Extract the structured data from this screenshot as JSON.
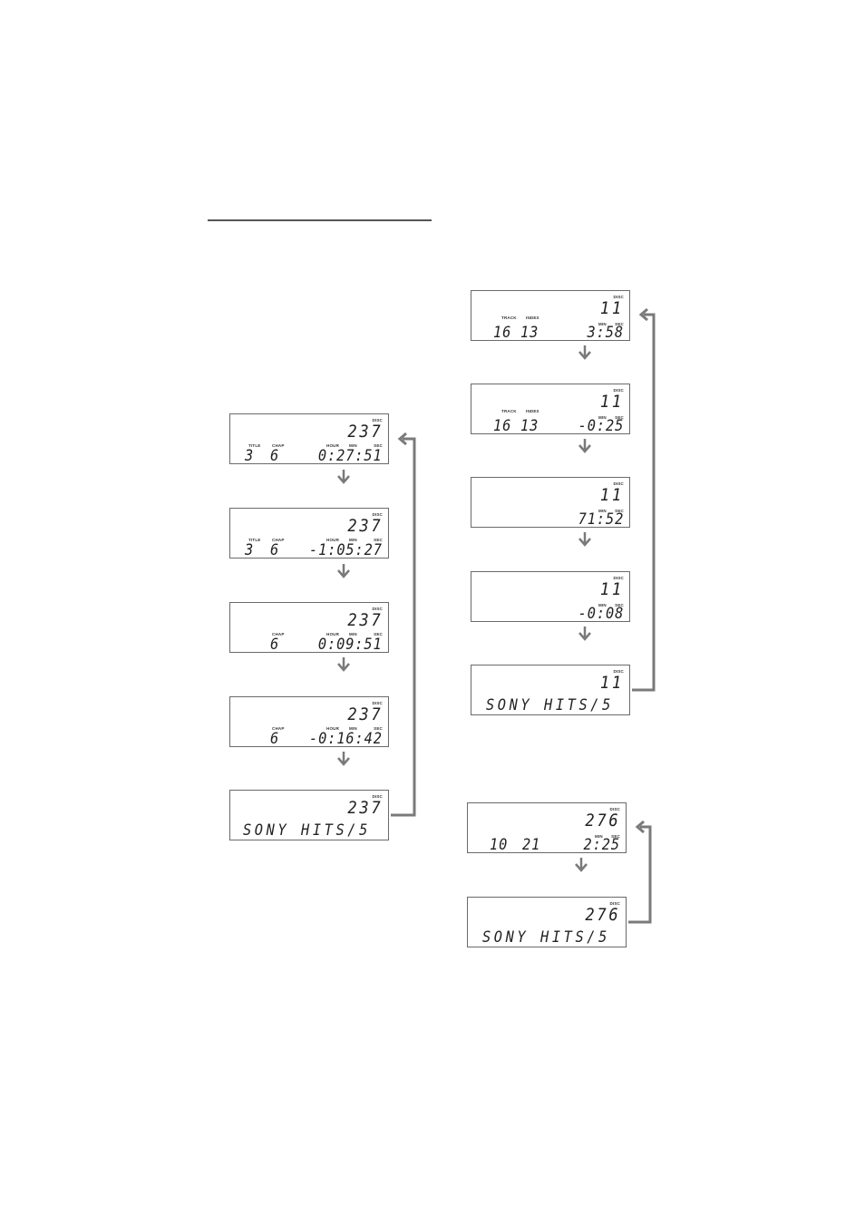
{
  "labels": {
    "disc": "DISC",
    "title": "TITLE",
    "chap": "CHAP",
    "hour": "HOUR",
    "min": "MIN",
    "sec": "SEC",
    "track": "TRACK",
    "index": "INDEX"
  },
  "dvd": [
    {
      "disc": "237",
      "title": "3",
      "chap": "6",
      "time": "0:27:51"
    },
    {
      "disc": "237",
      "title": "3",
      "chap": "6",
      "time": "-1:05:27"
    },
    {
      "disc": "237",
      "chap": "6",
      "time": "0:09:51"
    },
    {
      "disc": "237",
      "chap": "6",
      "time": "-0:16:42"
    },
    {
      "disc": "237",
      "text": "SONY HITS/5"
    }
  ],
  "cd": [
    {
      "disc": "11",
      "track": "16",
      "index": "13",
      "time": "3:58"
    },
    {
      "disc": "11",
      "track": "16",
      "index": "13",
      "time": "-0:25"
    },
    {
      "disc": "11",
      "time": "71:52"
    },
    {
      "disc": "11",
      "time": "-0:08"
    },
    {
      "disc": "11",
      "text": "SONY HITS/5"
    }
  ],
  "vcd": [
    {
      "disc": "276",
      "track": "10",
      "index": "21",
      "time": "2:25"
    },
    {
      "disc": "276",
      "text": "SONY HITS/5"
    }
  ],
  "colors": {
    "arrow": "#7a7a7a",
    "frame": "#6a6a6a",
    "segment": "#222222"
  }
}
